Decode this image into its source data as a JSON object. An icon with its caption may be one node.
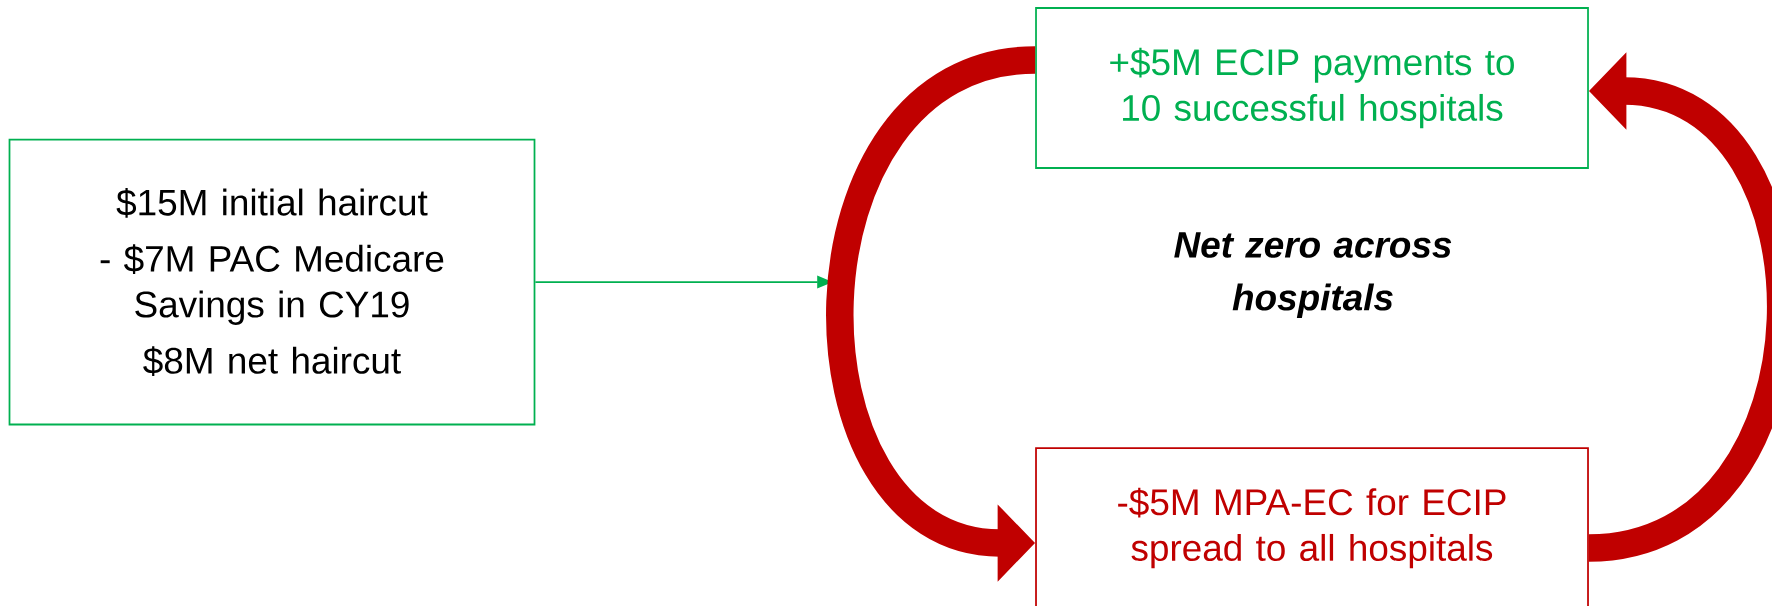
{
  "diagram": {
    "nodes": [
      {
        "text": [
          "$15M initial haircut",
          "- $7M PAC Medicare Savings in CY19",
          "$8M net haircut"
        ]
      },
      {
        "text": [
          "+$5M ECIP payments to 10 successful hospitals"
        ]
      },
      {
        "text": [
          "-$5M MPA-EC for ECIP spread to all hospitals"
        ]
      }
    ],
    "edges": [
      {
        "from": 0,
        "to": null,
        "arrow": "to",
        "color": "#00b050"
      },
      {
        "from": 1,
        "to": 2,
        "arrow": "to"
      },
      {
        "from": 2,
        "to": 1,
        "arrow": "to"
      }
    ],
    "labels": [
      "Net zero across hospitals"
    ]
  }
}
